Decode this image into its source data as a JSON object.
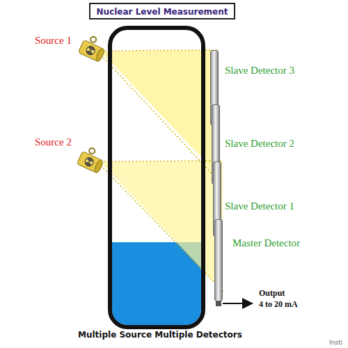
{
  "diagram": {
    "title": "Nuclear Level Measurement",
    "caption": "Multiple Source Multiple Detectors",
    "nodes": [
      {
        "text": [
          "Source 1"
        ]
      },
      {
        "text": [
          "Slave Detector 3"
        ]
      },
      {
        "text": [
          "Source 2"
        ]
      },
      {
        "text": [
          "Slave Detector 2"
        ]
      },
      {
        "text": [
          "Slave Detector 1"
        ]
      },
      {
        "text": [
          "Master Detector"
        ]
      }
    ],
    "labels": [
      "Output",
      "4 to 20 mA",
      "Insti"
    ]
  }
}
